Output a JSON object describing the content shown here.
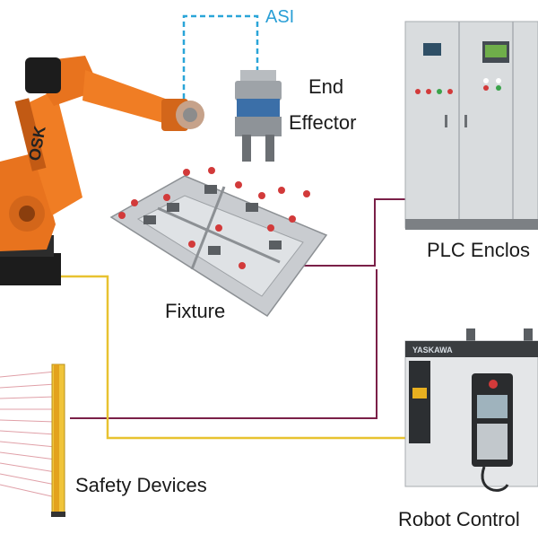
{
  "labels": {
    "asi": "ASI",
    "end_effector_line1": "End",
    "end_effector_line2": "Effector",
    "plc": "PLC Enclos",
    "fixture": "Fixture",
    "safety": "Safety Devices",
    "robot_controller": "Robot Control"
  },
  "robot_controller_brand": "YASKAWA",
  "robot_arm_brand": "OSK",
  "colors": {
    "asi_link": "#2aa5d8",
    "power_link": "#e8c230",
    "signal_link": "#7a2048",
    "robot_orange": "#e8731e",
    "cabinet_gray": "#d9dcde",
    "fixture_metal": "#c9ccd0"
  }
}
